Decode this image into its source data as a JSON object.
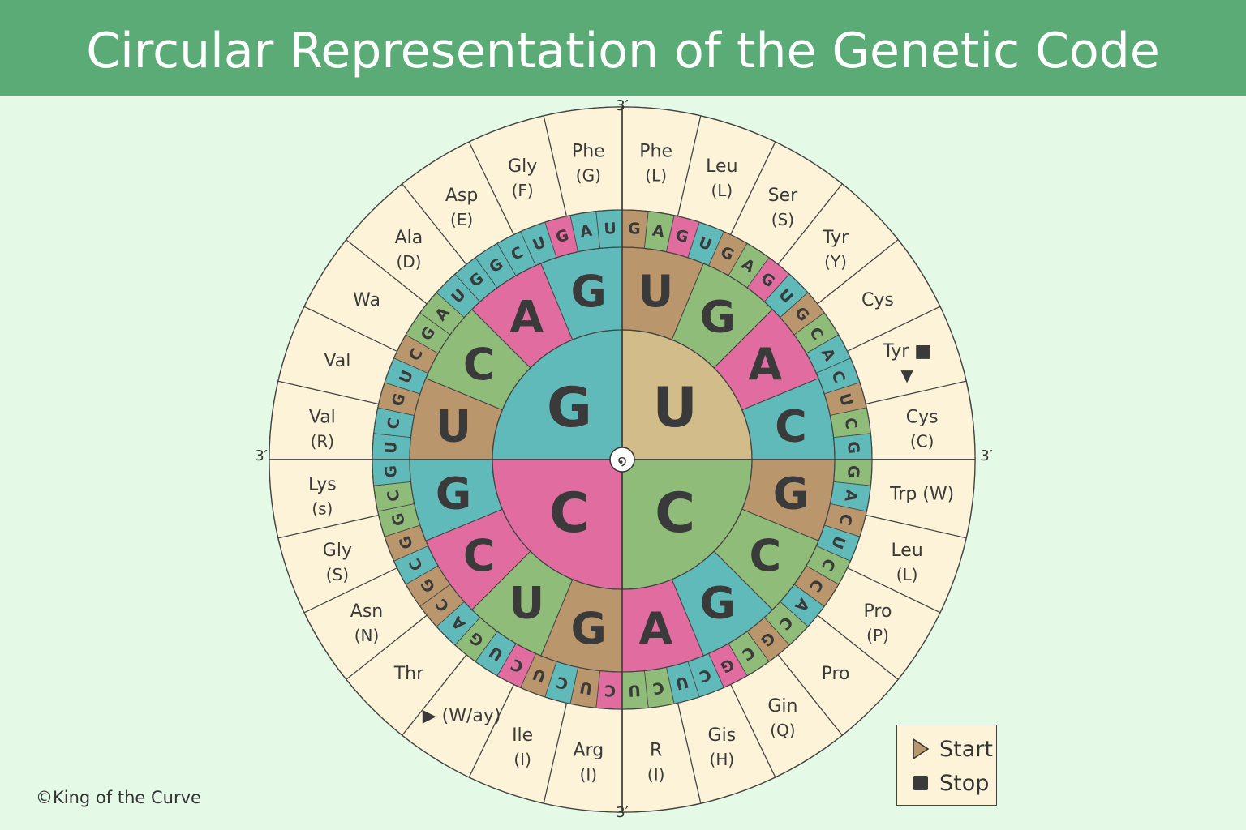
{
  "title": "Circular Representation of the Genetic Code",
  "copyright": "©King of the Curve",
  "colors": {
    "banner": "#5aab76",
    "background": "#e4f9e6",
    "outer_ring": "#fcf3d8",
    "U": "#b9966c",
    "C": "#e06ca0",
    "A": "#e06ca0",
    "G": "#5fbab9",
    "green": "#8fbc78",
    "tan_center": "#d2bd8a",
    "text": "#3a3a3a"
  },
  "direction_labels": {
    "top": "3′",
    "left": "3′",
    "right": "3′",
    "bottom": "3′"
  },
  "center_symbol": "໑",
  "inner_letters": [
    {
      "letter": "U",
      "color": "#d2bd8a"
    },
    {
      "letter": "C",
      "color": "#8fbc78"
    },
    {
      "letter": "C",
      "color": "#e06ca0"
    },
    {
      "letter": "G",
      "color": "#5fbab9"
    }
  ],
  "second_ring": [
    {
      "letter": "U",
      "color": "#b9966c"
    },
    {
      "letter": "G",
      "color": "#8fbc78"
    },
    {
      "letter": "A",
      "color": "#e06ca0"
    },
    {
      "letter": "C",
      "color": "#5fbab9"
    },
    {
      "letter": "G",
      "color": "#b9966c"
    },
    {
      "letter": "C",
      "color": "#8fbc78"
    },
    {
      "letter": "G",
      "color": "#5fbab9"
    },
    {
      "letter": "A",
      "color": "#e06ca0"
    },
    {
      "letter": "G",
      "color": "#b9966c"
    },
    {
      "letter": "U",
      "color": "#8fbc78"
    },
    {
      "letter": "C",
      "color": "#e06ca0"
    },
    {
      "letter": "G",
      "color": "#5fbab9"
    },
    {
      "letter": "U",
      "color": "#b9966c"
    },
    {
      "letter": "C",
      "color": "#8fbc78"
    },
    {
      "letter": "A",
      "color": "#e06ca0"
    },
    {
      "letter": "G",
      "color": "#5fbab9"
    }
  ],
  "third_ring": [
    {
      "letter": "G",
      "color": "#b9966c"
    },
    {
      "letter": "A",
      "color": "#8fbc78"
    },
    {
      "letter": "G",
      "color": "#e06ca0"
    },
    {
      "letter": "U",
      "color": "#5fbab9"
    },
    {
      "letter": "G",
      "color": "#b9966c"
    },
    {
      "letter": "A",
      "color": "#8fbc78"
    },
    {
      "letter": "G",
      "color": "#e06ca0"
    },
    {
      "letter": "U",
      "color": "#5fbab9"
    },
    {
      "letter": "G",
      "color": "#b9966c"
    },
    {
      "letter": "C",
      "color": "#8fbc78"
    },
    {
      "letter": "A",
      "color": "#5fbab9"
    },
    {
      "letter": "C",
      "color": "#5fbab9"
    },
    {
      "letter": "U",
      "color": "#b9966c"
    },
    {
      "letter": "C",
      "color": "#8fbc78"
    },
    {
      "letter": "G",
      "color": "#5fbab9"
    },
    {
      "letter": "G",
      "color": "#8fbc78"
    },
    {
      "letter": "A",
      "color": "#5fbab9"
    },
    {
      "letter": "C",
      "color": "#b9966c"
    },
    {
      "letter": "U",
      "color": "#5fbab9"
    },
    {
      "letter": "C",
      "color": "#8fbc78"
    },
    {
      "letter": "C",
      "color": "#b9966c"
    },
    {
      "letter": "A",
      "color": "#5fbab9"
    },
    {
      "letter": "C",
      "color": "#8fbc78"
    },
    {
      "letter": "G",
      "color": "#b9966c"
    },
    {
      "letter": "C",
      "color": "#8fbc78"
    },
    {
      "letter": "G",
      "color": "#e06ca0"
    },
    {
      "letter": "C",
      "color": "#5fbab9"
    },
    {
      "letter": "U",
      "color": "#5fbab9"
    },
    {
      "letter": "C",
      "color": "#8fbc78"
    },
    {
      "letter": "U",
      "color": "#8fbc78"
    },
    {
      "letter": "C",
      "color": "#e06ca0"
    },
    {
      "letter": "U",
      "color": "#b9966c"
    },
    {
      "letter": "C",
      "color": "#5fbab9"
    },
    {
      "letter": "U",
      "color": "#b9966c"
    },
    {
      "letter": "C",
      "color": "#e06ca0"
    },
    {
      "letter": "U",
      "color": "#5fbab9"
    },
    {
      "letter": "G",
      "color": "#8fbc78"
    },
    {
      "letter": "A",
      "color": "#5fbab9"
    },
    {
      "letter": "C",
      "color": "#b9966c"
    },
    {
      "letter": "G",
      "color": "#b9966c"
    },
    {
      "letter": "C",
      "color": "#5fbab9"
    },
    {
      "letter": "G",
      "color": "#b9966c"
    },
    {
      "letter": "G",
      "color": "#8fbc78"
    },
    {
      "letter": "C",
      "color": "#8fbc78"
    },
    {
      "letter": "G",
      "color": "#5fbab9"
    },
    {
      "letter": "U",
      "color": "#5fbab9"
    },
    {
      "letter": "C",
      "color": "#5fbab9"
    },
    {
      "letter": "G",
      "color": "#b9966c"
    },
    {
      "letter": "U",
      "color": "#5fbab9"
    },
    {
      "letter": "C",
      "color": "#b9966c"
    },
    {
      "letter": "G",
      "color": "#8fbc78"
    },
    {
      "letter": "A",
      "color": "#8fbc78"
    },
    {
      "letter": "U",
      "color": "#5fbab9"
    },
    {
      "letter": "G",
      "color": "#5fbab9"
    },
    {
      "letter": "G",
      "color": "#5fbab9"
    },
    {
      "letter": "C",
      "color": "#5fbab9"
    },
    {
      "letter": "U",
      "color": "#5fbab9"
    },
    {
      "letter": "G",
      "color": "#e06ca0"
    },
    {
      "letter": "A",
      "color": "#5fbab9"
    },
    {
      "letter": "U",
      "color": "#5fbab9"
    }
  ],
  "amino_acids": [
    {
      "name": "Phe",
      "code": "(L)"
    },
    {
      "name": "Leu",
      "code": "(L)"
    },
    {
      "name": "Ser",
      "code": "(S)"
    },
    {
      "name": "Tyr",
      "code": "(Y)"
    },
    {
      "name": "Cys",
      "code": ""
    },
    {
      "name": "Tyr ■",
      "code": "▼"
    },
    {
      "name": "Cys",
      "code": "(C)"
    },
    {
      "name": "Trp (W)",
      "code": ""
    },
    {
      "name": "Leu",
      "code": "(L)"
    },
    {
      "name": "Pro",
      "code": "(P)"
    },
    {
      "name": "Pro",
      "code": ""
    },
    {
      "name": "Gin",
      "code": "(Q)"
    },
    {
      "name": "Gis",
      "code": "(H)"
    },
    {
      "name": "R",
      "code": "(I)"
    },
    {
      "name": "Arg",
      "code": "(I)"
    },
    {
      "name": "Ile",
      "code": "(I)"
    },
    {
      "name": "▶ (W/ay)",
      "code": ""
    },
    {
      "name": "Thr",
      "code": ""
    },
    {
      "name": "Asn",
      "code": "(N)"
    },
    {
      "name": "Gly",
      "code": "(S)"
    },
    {
      "name": "Lys",
      "code": "(s)"
    },
    {
      "name": "Val",
      "code": "(R)"
    },
    {
      "name": "Val",
      "code": ""
    },
    {
      "name": "Wa",
      "code": ""
    },
    {
      "name": "Ala",
      "code": "(D)"
    },
    {
      "name": "Asp",
      "code": "(E)"
    },
    {
      "name": "Gly",
      "code": "(F)"
    },
    {
      "name": "Phe",
      "code": "(G)"
    }
  ],
  "legend": {
    "start_label": "Start",
    "stop_label": "Stop",
    "start_color": "#b9966c",
    "stop_color": "#3a3a3a"
  }
}
